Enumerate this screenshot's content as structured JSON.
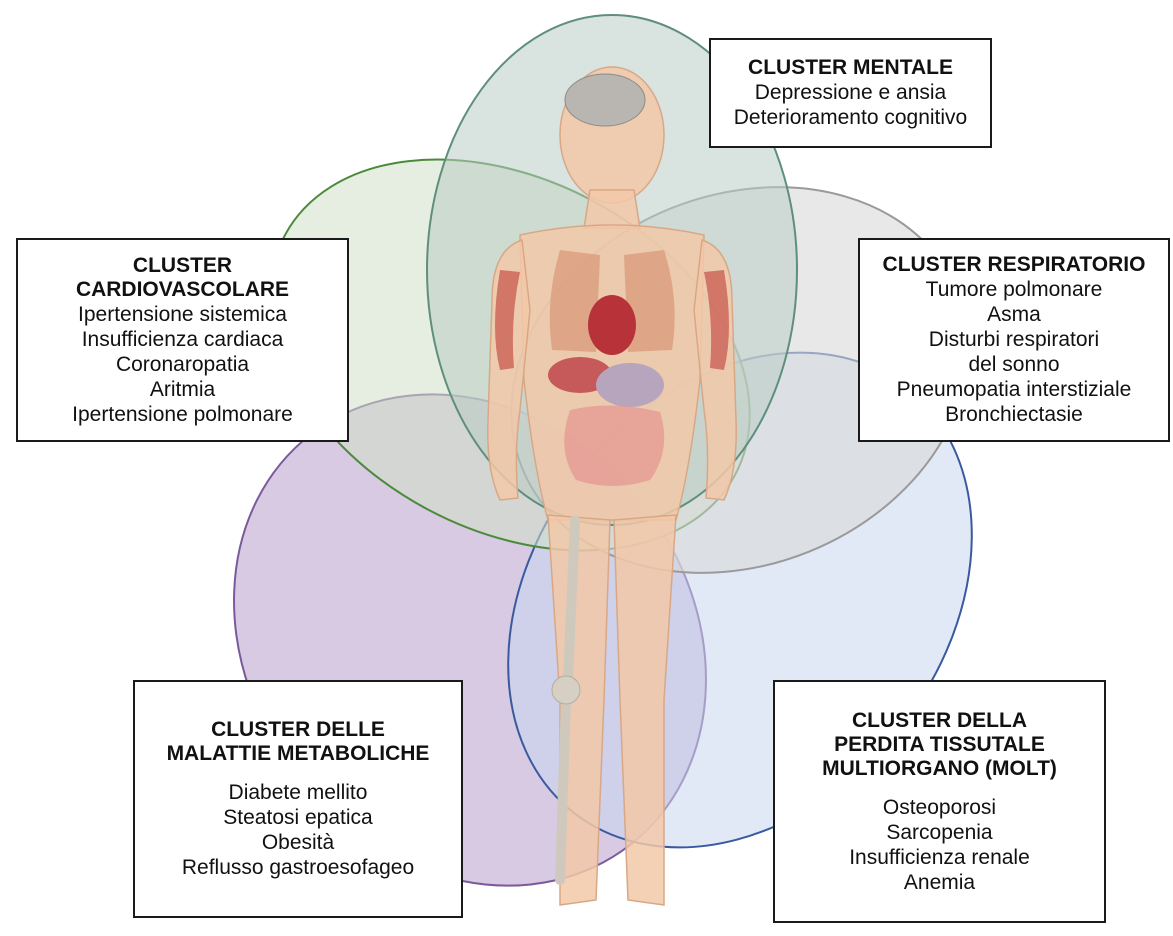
{
  "colors": {
    "mentale": "#5f8f7c",
    "cardiovascolare": "#4a8a3a",
    "respiratorio": "#9a9a9a",
    "metaboliche": "#7a5a9a",
    "molt": "#3a5aa0"
  },
  "clusters": {
    "mentale": {
      "title": "CLUSTER MENTALE",
      "items": [
        "Depressione e ansia",
        "Deterioramento cognitivo"
      ]
    },
    "cardiovascolare": {
      "title": "CLUSTER\nCARDIOVASCOLARE",
      "items": [
        "Ipertensione sistemica",
        "Insufficienza cardiaca",
        "Coronaropatia",
        "Aritmia",
        "Ipertensione polmonare"
      ]
    },
    "respiratorio": {
      "title": "CLUSTER RESPIRATORIO",
      "items": [
        "Tumore polmonare",
        "Asma",
        "Disturbi respiratori",
        "del sonno",
        "Pneumopatia interstiziale",
        "Bronchiectasie"
      ]
    },
    "metaboliche": {
      "title": "CLUSTER DELLE\nMALATTIE METABOLICHE",
      "items": [
        "Diabete mellito",
        "Steatosi epatica",
        "Obesità",
        "Reflusso gastroesofageo"
      ]
    },
    "molt": {
      "title": "CLUSTER DELLA\nPERDITA TISSUTALE\nMULTIORGANO (MOLT)",
      "items": [
        "Osteoporosi",
        "Sarcopenia",
        "Insufficienza renale",
        "Anemia"
      ]
    }
  }
}
